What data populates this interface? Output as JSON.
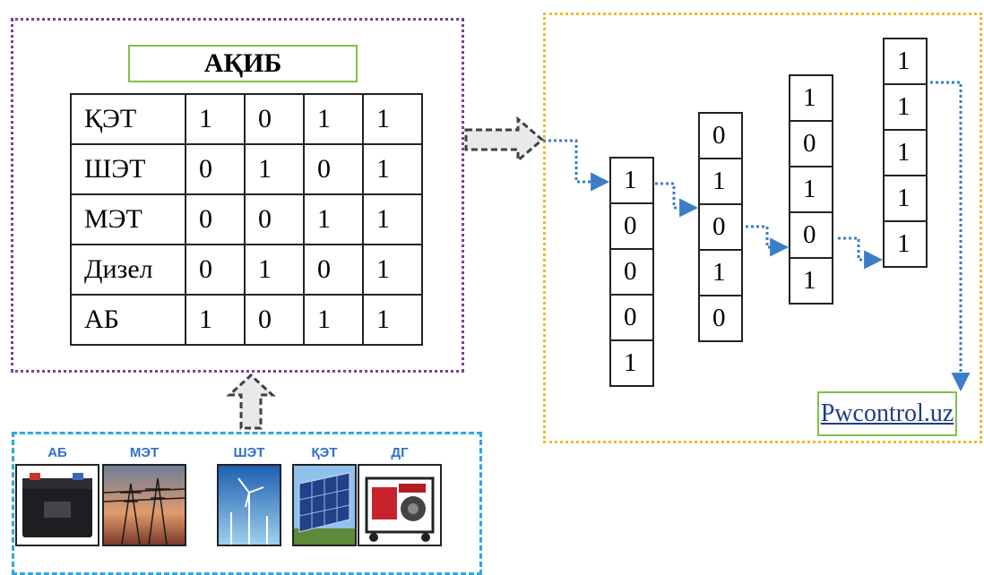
{
  "title": "АҚИБ",
  "table": {
    "rows": [
      {
        "label": "ҚЭТ",
        "values": [
          "1",
          "0",
          "1",
          "1"
        ]
      },
      {
        "label": "ШЭТ",
        "values": [
          "0",
          "1",
          "0",
          "1"
        ]
      },
      {
        "label": "МЭТ",
        "values": [
          "0",
          "0",
          "1",
          "1"
        ]
      },
      {
        "label": "Дизел",
        "values": [
          "0",
          "1",
          "0",
          "1"
        ]
      },
      {
        "label": "АБ",
        "values": [
          "1",
          "0",
          "1",
          "1"
        ]
      }
    ]
  },
  "columns": [
    [
      "1",
      "0",
      "0",
      "0",
      "1"
    ],
    [
      "0",
      "1",
      "0",
      "1",
      "0"
    ],
    [
      "1",
      "0",
      "1",
      "0",
      "1"
    ],
    [
      "1",
      "1",
      "1",
      "1",
      "1"
    ]
  ],
  "link": "Pwcontrol.uz",
  "sources": [
    {
      "label": "АБ",
      "icon": "battery-icon"
    },
    {
      "label": "МЭТ",
      "icon": "power-line-icon"
    },
    {
      "label": "ШЭТ",
      "icon": "wind-turbine-icon"
    },
    {
      "label": "ҚЭТ",
      "icon": "solar-panel-icon"
    },
    {
      "label": "ДГ",
      "icon": "diesel-generator-icon"
    }
  ],
  "colors": {
    "left_frame": "#7a3fa0",
    "right_frame": "#f2b72a",
    "bottom_frame": "#29a9e0",
    "title_border": "#7ec14a",
    "connector": "#3a7dc8",
    "link": "#1f3b8f"
  }
}
